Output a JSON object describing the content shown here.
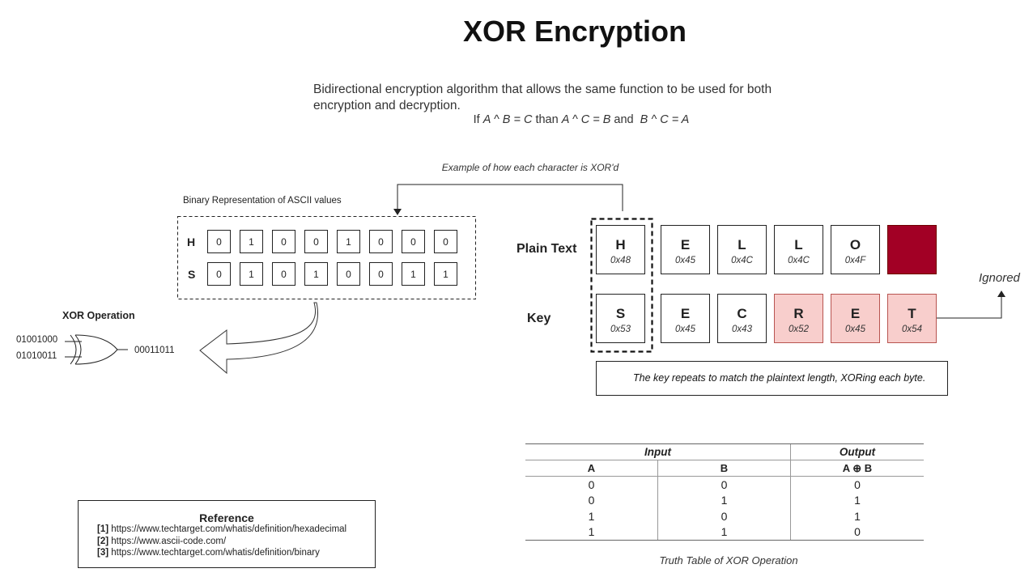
{
  "title": "XOR Encryption",
  "description": "Bidirectional encryption algorithm that allows the same function to be used for both encryption and decryption.",
  "formula": {
    "prefix": "If ",
    "part1": "A ^ B = C",
    "mid1": " than ",
    "part2": "A ^ C = B",
    "mid2": " and  ",
    "part3": "B ^ C = A"
  },
  "example_caption": "Example of how each character is XOR'd",
  "binary_section": {
    "caption": "Binary Representation of ASCII values",
    "rows": [
      {
        "label": "H",
        "bits": [
          "0",
          "1",
          "0",
          "0",
          "1",
          "0",
          "0",
          "0"
        ]
      },
      {
        "label": "S",
        "bits": [
          "0",
          "1",
          "0",
          "1",
          "0",
          "0",
          "1",
          "1"
        ]
      }
    ]
  },
  "xor_gate": {
    "title": "XOR Operation",
    "input_a": "01001000",
    "input_b": "01010011",
    "output": "00011011"
  },
  "plain_text": {
    "label": "Plain Text",
    "cells": [
      {
        "char": "H",
        "hex": "0x48"
      },
      {
        "char": "E",
        "hex": "0x45"
      },
      {
        "char": "L",
        "hex": "0x4C"
      },
      {
        "char": "L",
        "hex": "0x4C"
      },
      {
        "char": "O",
        "hex": "0x4F"
      },
      {
        "char": "",
        "hex": ""
      }
    ]
  },
  "key": {
    "label": "Key",
    "cells": [
      {
        "char": "S",
        "hex": "0x53"
      },
      {
        "char": "E",
        "hex": "0x45"
      },
      {
        "char": "C",
        "hex": "0x43"
      },
      {
        "char": "R",
        "hex": "0x52"
      },
      {
        "char": "E",
        "hex": "0x45"
      },
      {
        "char": "T",
        "hex": "0x54"
      }
    ]
  },
  "ignored_label": "Ignored",
  "info_note": "The key repeats to match the plaintext length, XORing each byte.",
  "truth_table": {
    "group_input": "Input",
    "group_output": "Output",
    "col_a": "A",
    "col_b": "B",
    "col_out": "A ⊕ B",
    "rows": [
      [
        "0",
        "0",
        "0"
      ],
      [
        "0",
        "1",
        "1"
      ],
      [
        "1",
        "0",
        "1"
      ],
      [
        "1",
        "1",
        "0"
      ]
    ],
    "caption": "Truth Table of XOR Operation"
  },
  "reference": {
    "title": "Reference",
    "items": [
      {
        "num": "[1]",
        "url": " https://www.techtarget.com/whatis/definition/hexadecimal"
      },
      {
        "num": "[2]",
        "url": " https://www.ascii-code.com/"
      },
      {
        "num": "[3]",
        "url": " https://www.techtarget.com/whatis/definition/binary"
      }
    ]
  },
  "colors": {
    "ignored_fill": "#a20025",
    "key_overflow_fill": "#f8cecc",
    "key_overflow_border": "#b85450",
    "info_icon": "#3fa9d6"
  }
}
